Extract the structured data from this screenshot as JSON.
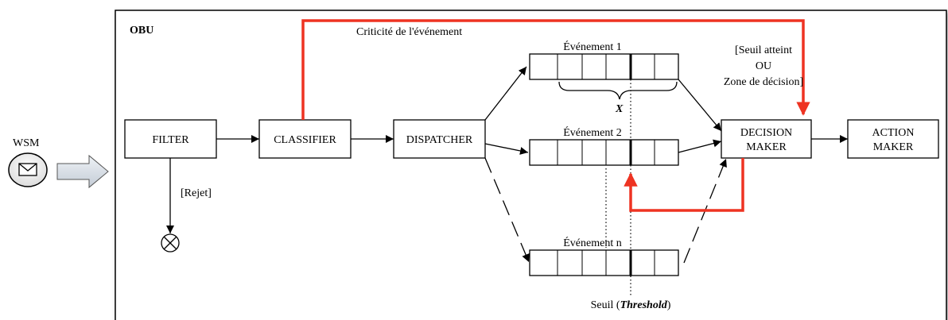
{
  "container": {
    "title": "OBU"
  },
  "input": {
    "label": "WSM",
    "icon": "envelope-icon"
  },
  "nodes": {
    "filter": "FILTER",
    "classifier": "CLASSIFIER",
    "dispatcher": "DISPATCHER",
    "decision_line1": "DECISION",
    "decision_line2": "MAKER",
    "action_line1": "ACTION",
    "action_line2": "MAKER"
  },
  "queues": {
    "event1": "Événement 1",
    "event2": "Événement 2",
    "eventn": "Événement n"
  },
  "labels": {
    "criticality": "Criticité de l'événement",
    "reject": "[Rejet]",
    "x": "X",
    "threshold_prefix": "Seuil (",
    "threshold_word": "Threshold",
    "threshold_suffix": ")",
    "condition_line1": "[Seuil atteint",
    "condition_line2": "OU",
    "condition_line3": "Zone de décision]"
  },
  "colors": {
    "feedback": "#ee3322",
    "line": "#000000",
    "arrow_fill": "#d6dde6"
  }
}
